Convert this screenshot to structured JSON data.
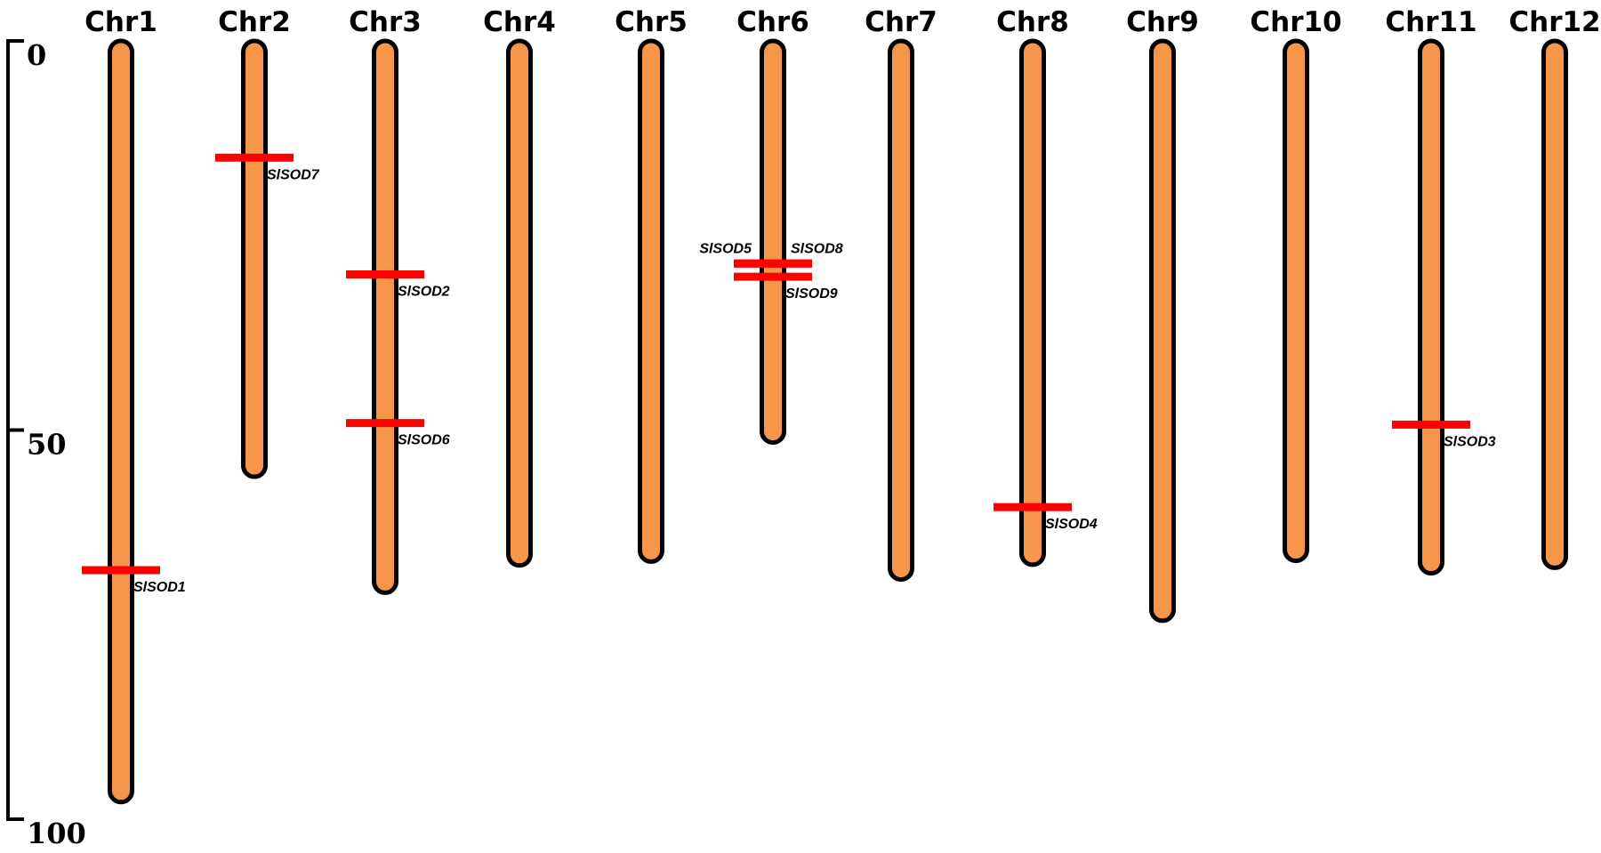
{
  "scale": {
    "min": 0,
    "max": 100,
    "tick_labels": [
      "0",
      "50",
      "100"
    ]
  },
  "colors": {
    "chromosome_fill": "#F7964A",
    "chromosome_outline": "#000000",
    "gene_marker": "#FF0000",
    "scale_line": "#000000"
  },
  "chromosomes": [
    {
      "name": "Chr1",
      "length": 97.8
    },
    {
      "name": "Chr2",
      "length": 56.0
    },
    {
      "name": "Chr3",
      "length": 70.9
    },
    {
      "name": "Chr4",
      "length": 67.4
    },
    {
      "name": "Chr5",
      "length": 66.9
    },
    {
      "name": "Chr6",
      "length": 51.6
    },
    {
      "name": "Chr7",
      "length": 69.2
    },
    {
      "name": "Chr8",
      "length": 67.3
    },
    {
      "name": "Chr9",
      "length": 74.5
    },
    {
      "name": "Chr10",
      "length": 66.8
    },
    {
      "name": "Chr11",
      "length": 68.4
    },
    {
      "name": "Chr12",
      "length": 67.7
    }
  ],
  "genes": [
    {
      "name": "SlSOD1",
      "chromosome": "Chr1",
      "position": 68.0,
      "label_side": "right-below"
    },
    {
      "name": "SlSOD7",
      "chromosome": "Chr2",
      "position": 15.0,
      "label_side": "right-below"
    },
    {
      "name": "SlSOD2",
      "chromosome": "Chr3",
      "position": 30.0,
      "label_side": "right-below"
    },
    {
      "name": "SlSOD6",
      "chromosome": "Chr3",
      "position": 49.1,
      "label_side": "right-below"
    },
    {
      "name": "SlSOD5",
      "chromosome": "Chr6",
      "position": 28.6,
      "label_side": "left-above"
    },
    {
      "name": "SlSOD8",
      "chromosome": "Chr6",
      "position": 28.6,
      "label_side": "right-above"
    },
    {
      "name": "SlSOD9",
      "chromosome": "Chr6",
      "position": 30.3,
      "label_side": "right-below"
    },
    {
      "name": "SlSOD4",
      "chromosome": "Chr8",
      "position": 59.9,
      "label_side": "right-below"
    },
    {
      "name": "SlSOD3",
      "chromosome": "Chr11",
      "position": 49.3,
      "label_side": "right-below"
    }
  ]
}
